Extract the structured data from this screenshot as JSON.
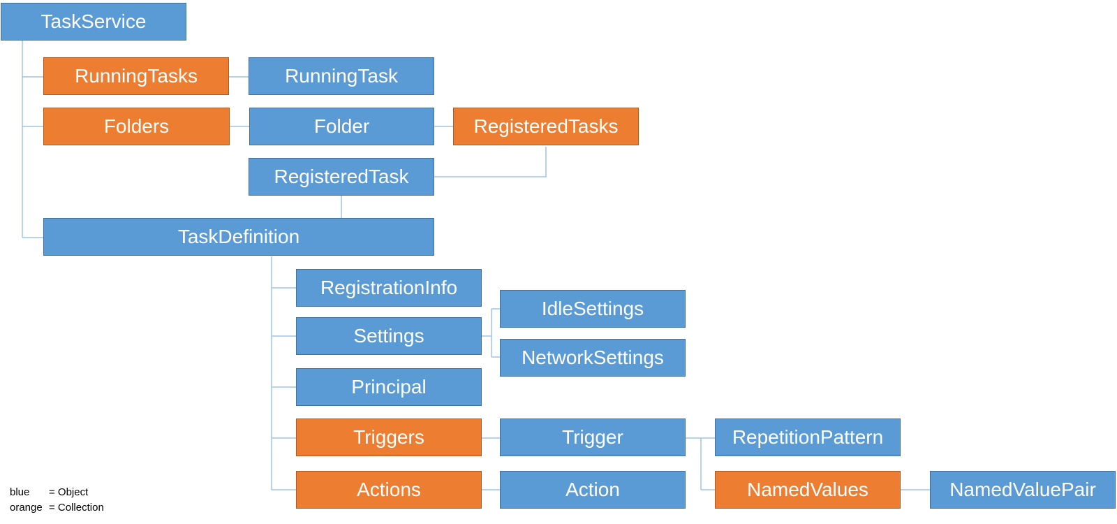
{
  "nodes": {
    "task_service": "TaskService",
    "running_tasks": "RunningTasks",
    "running_task": "RunningTask",
    "folders": "Folders",
    "folder": "Folder",
    "registered_tasks": "RegisteredTasks",
    "registered_task": "RegisteredTask",
    "task_definition": "TaskDefinition",
    "registration_info": "RegistrationInfo",
    "settings": "Settings",
    "idle_settings": "IdleSettings",
    "network_settings": "NetworkSettings",
    "principal": "Principal",
    "triggers": "Triggers",
    "trigger": "Trigger",
    "repetition_pattern": "RepetitionPattern",
    "actions": "Actions",
    "action": "Action",
    "named_values": "NamedValues",
    "named_value_pair": "NamedValuePair"
  },
  "legend": {
    "blue_key": "blue",
    "blue_value": "= Object",
    "orange_key": "orange",
    "orange_value": "= Collection"
  },
  "colors": {
    "object": "#5b9bd5",
    "collection": "#ed7d31",
    "connector": "#9dc3e6"
  }
}
